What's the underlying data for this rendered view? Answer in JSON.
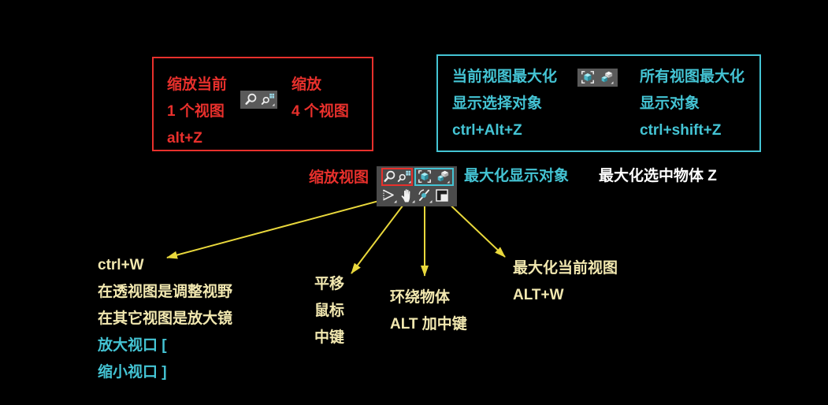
{
  "colors": {
    "background": "#000000",
    "red": "#e8302c",
    "cyan": "#44c4d4",
    "yellow": "#e9d83c",
    "pale_text": "#f2e8b0",
    "white_text": "#ffffff",
    "toolbar_gray": "#4b4b4b",
    "tray_gray": "#5a5a5a"
  },
  "zoom_legend": {
    "left_lines": [
      "缩放当前",
      "1 个视图",
      "alt+Z"
    ],
    "right_lines": [
      "缩放",
      "4 个视图"
    ],
    "icons": [
      "zoom-icon",
      "zoom-all-icon"
    ]
  },
  "maximize_legend": {
    "left_lines": [
      "当前视图最大化",
      "显示选择对象",
      "ctrl+Alt+Z"
    ],
    "right_lines": [
      "所有视图最大化",
      "显示对象",
      "ctrl+shift+Z"
    ],
    "icons": [
      "zoom-extents-icon",
      "zoom-extents-all-icon"
    ]
  },
  "toolbar": {
    "zoom_label": "缩放视图",
    "extents_label": "最大化显示对象",
    "extents_selected_label": "最大化选中物体 Z",
    "top_row_icons": [
      "zoom-icon",
      "zoom-all-icon",
      "zoom-extents-icon",
      "zoom-extents-all-icon"
    ],
    "bottom_row_icons": [
      "field-of-view-icon",
      "pan-hand-icon",
      "orbit-icon",
      "maximize-viewport-icon"
    ]
  },
  "callouts": {
    "field_of_view": [
      "ctrl+W",
      "在透视图是调整视野",
      "在其它视图是放大镜",
      "放大视口 [",
      "缩小视口 ]"
    ],
    "pan": [
      "平移",
      "鼠标",
      "中键"
    ],
    "orbit": [
      "环绕物体",
      "ALT 加中键"
    ],
    "maximize_viewport": [
      "最大化当前视图",
      "ALT+W"
    ]
  }
}
